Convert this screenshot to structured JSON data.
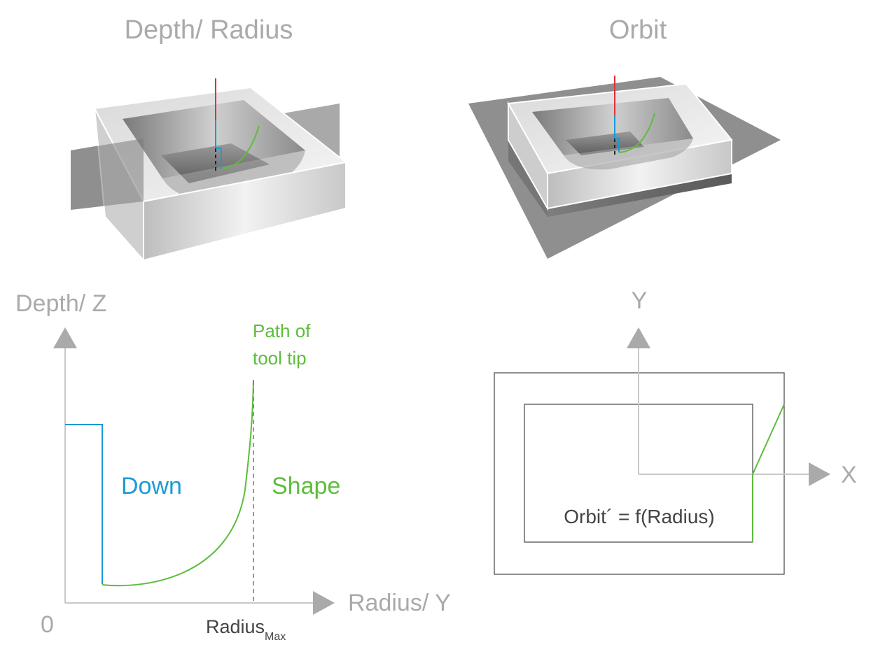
{
  "panels": {
    "depth_radius": {
      "title": "Depth/ Radius"
    },
    "orbit": {
      "title": "Orbit"
    }
  },
  "profile_chart": {
    "y_axis_label": "Depth/ Z",
    "x_axis_label": "Radius/ Y",
    "origin_label": "0",
    "radius_label": "Radius",
    "radius_subscript": "Max",
    "down_label": "Down",
    "shape_label": "Shape",
    "path_label_line1": "Path of",
    "path_label_line2": "tool tip"
  },
  "orbit_chart": {
    "y_axis_label": "Y",
    "x_axis_label": "X",
    "formula": "Orbit´ = f(Radius)"
  },
  "colors": {
    "down": "#1a9ad6",
    "shape": "#5cbd3c",
    "axis": "#aaaaaa",
    "tool_axis": "#e0303a"
  }
}
